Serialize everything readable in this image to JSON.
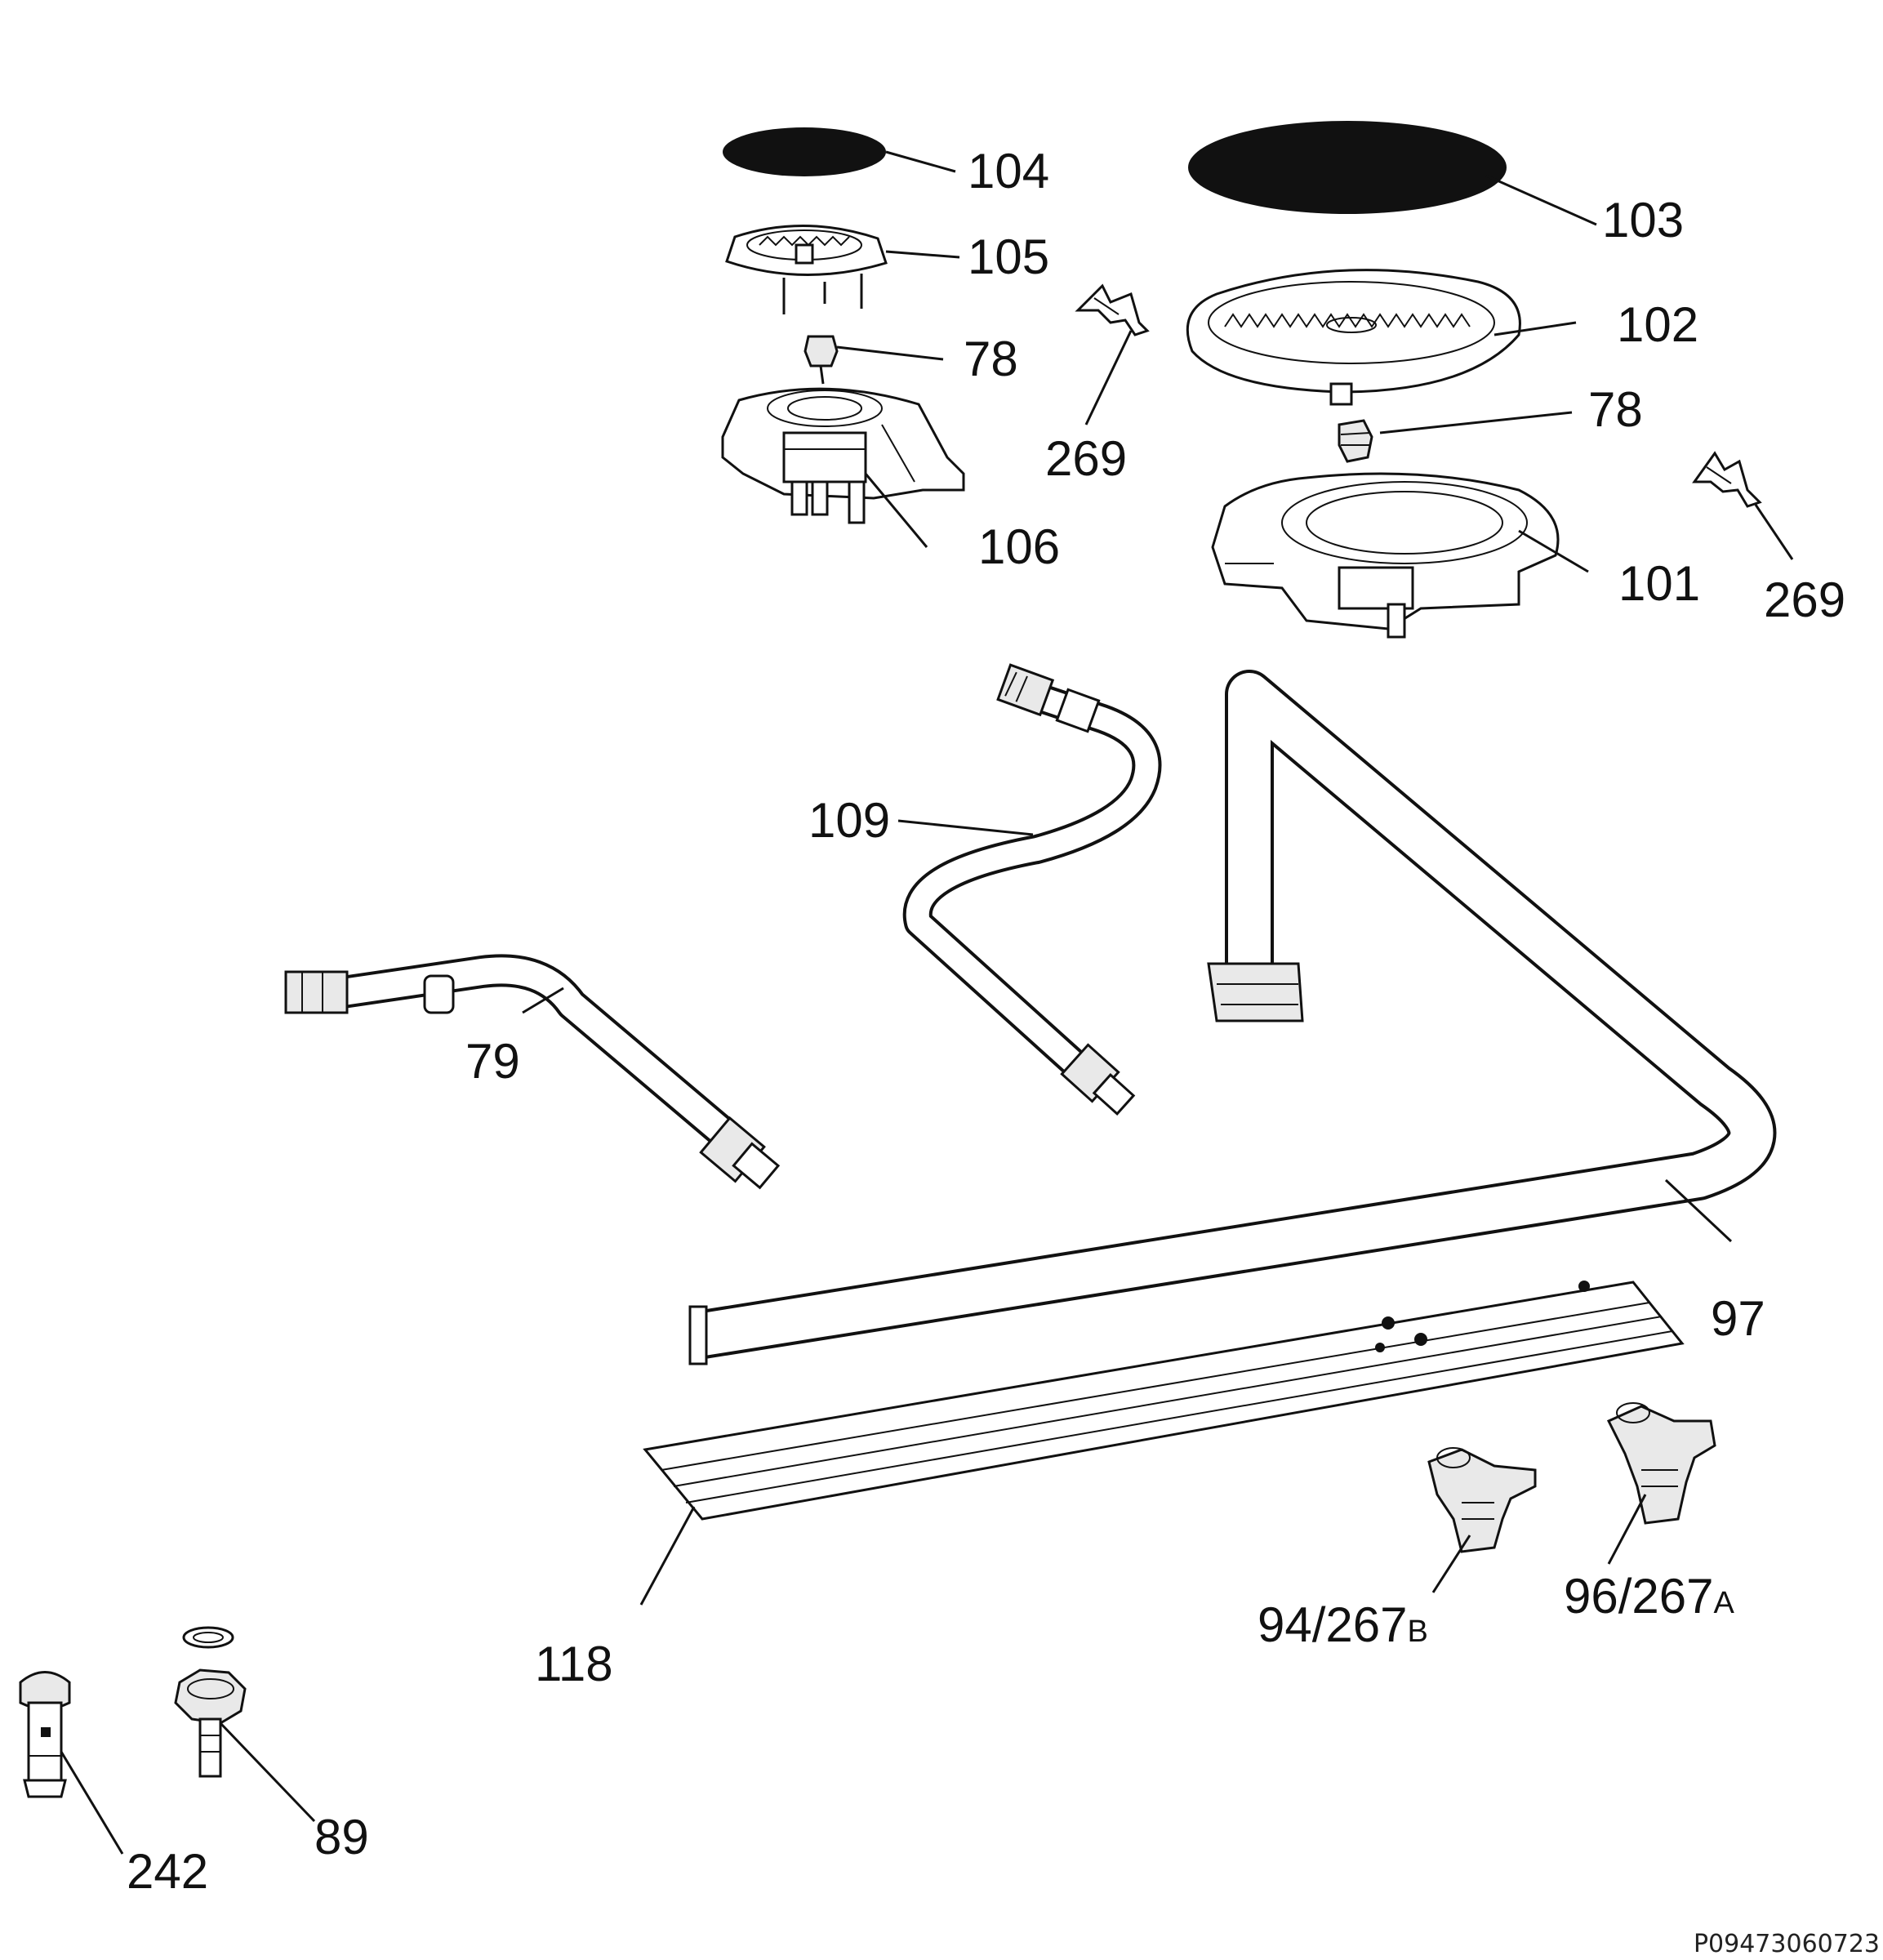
{
  "labels": {
    "p104": "104",
    "p105": "105",
    "p78a": "78",
    "p106": "106",
    "p269a": "269",
    "p103": "103",
    "p102": "102",
    "p78b": "78",
    "p101": "101",
    "p269b": "269",
    "p109": "109",
    "p79": "79",
    "p97": "97",
    "p118": "118",
    "p94_main": "94/267",
    "p94_sub": "B",
    "p96_main": "96/267",
    "p96_sub": "A",
    "p242": "242",
    "p89": "89"
  },
  "document_code": "P09473060723"
}
